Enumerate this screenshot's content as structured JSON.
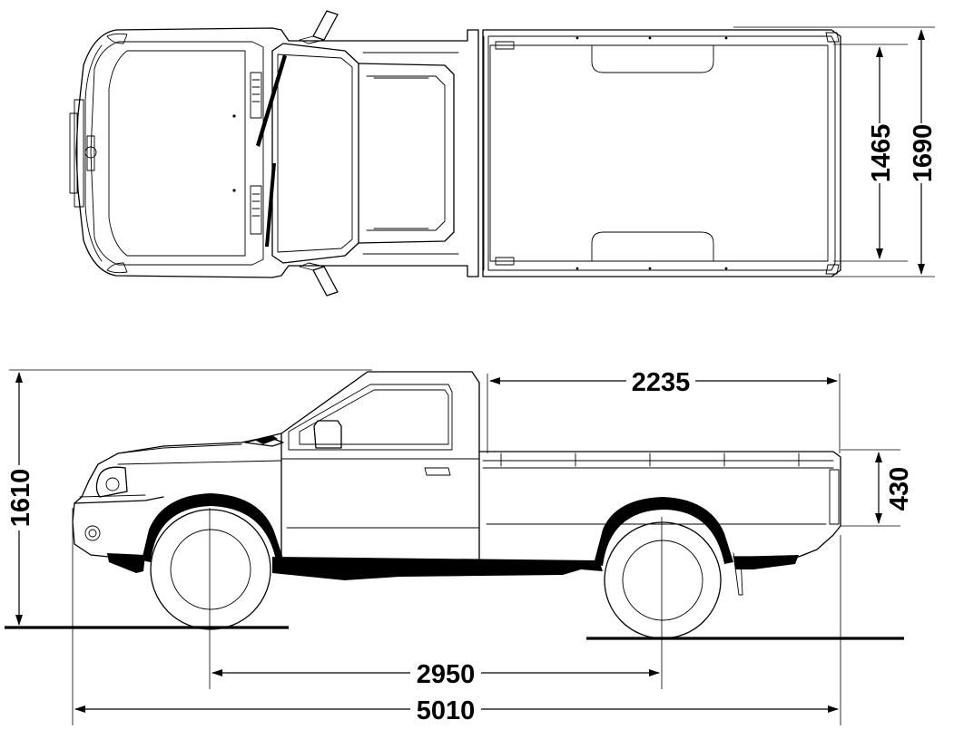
{
  "dimensions": {
    "bed_inner_width": "1465",
    "overall_width": "1690",
    "overall_height": "1610",
    "bed_length": "2235",
    "bed_depth": "430",
    "wheelbase": "2950",
    "overall_length": "5010"
  },
  "colors": {
    "line": "#000000",
    "background": "#ffffff"
  }
}
